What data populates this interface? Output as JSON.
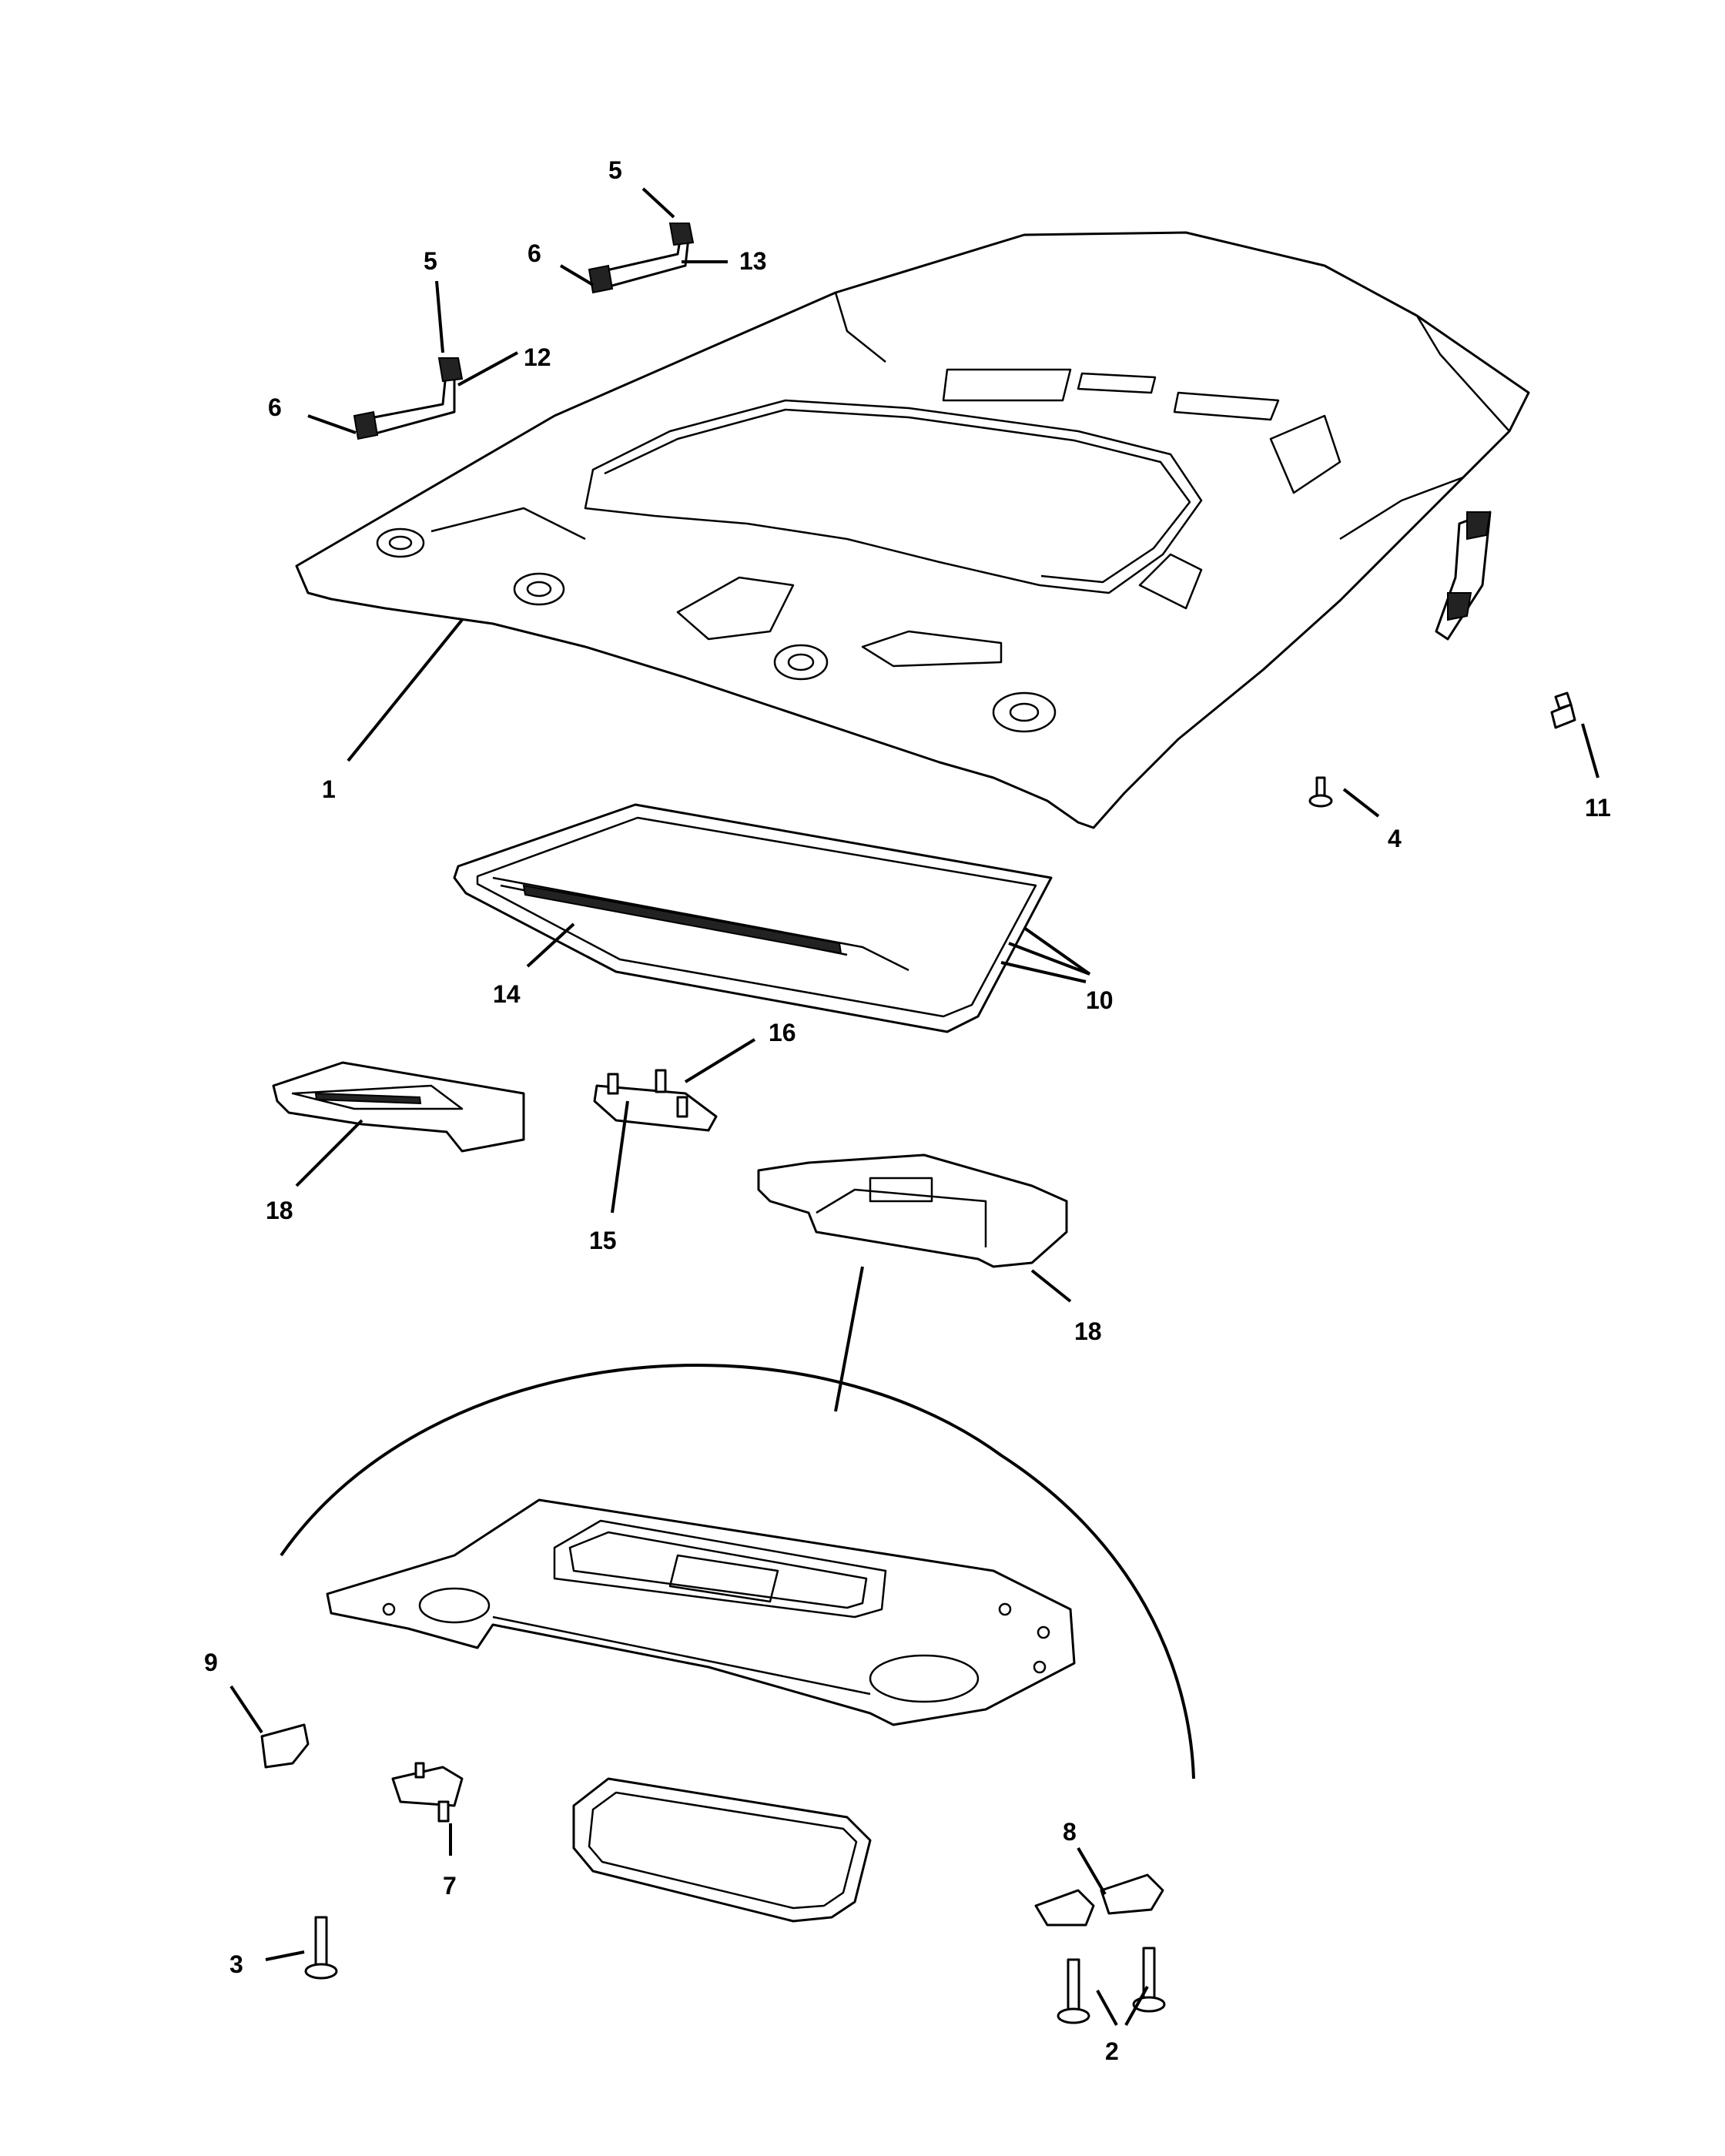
{
  "diagram": {
    "callouts": [
      "1",
      "2",
      "3",
      "4",
      "5",
      "5",
      "6",
      "6",
      "7",
      "8",
      "9",
      "10",
      "11",
      "12",
      "13",
      "14",
      "15",
      "16",
      "18",
      "18"
    ]
  }
}
